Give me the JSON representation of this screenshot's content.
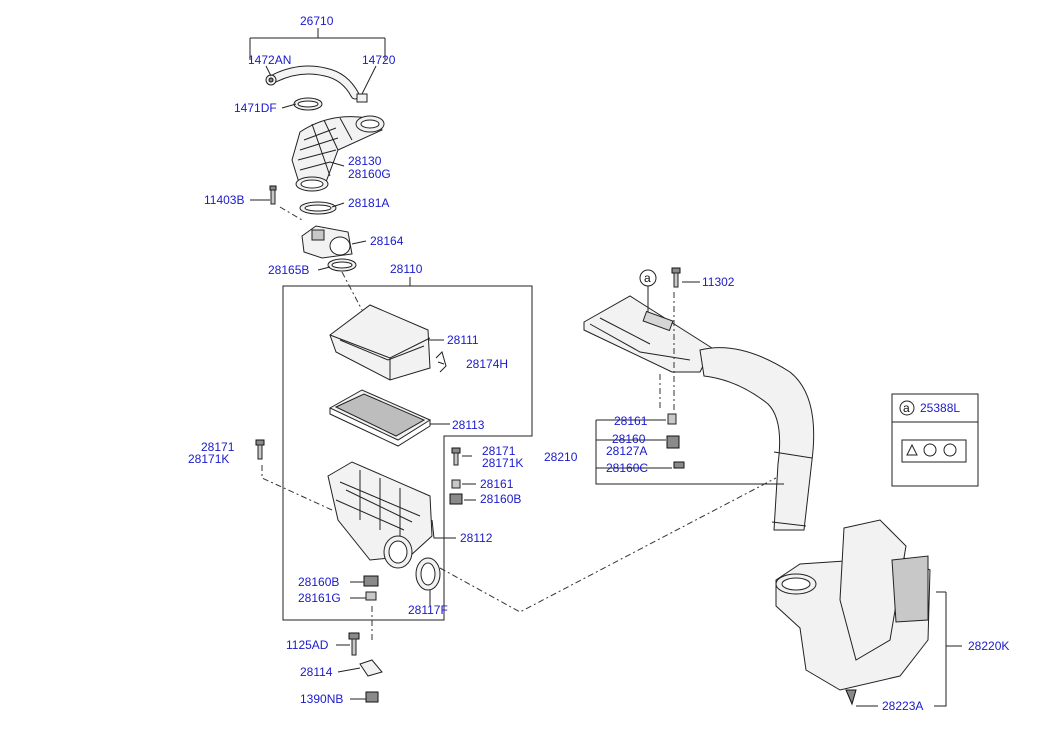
{
  "diagram": {
    "callouts": {
      "p26710": "26710",
      "p1472AN": "1472AN",
      "p14720": "14720",
      "p1471DF": "1471DF",
      "p28130": "28130",
      "p28160G": "28160G",
      "p11403B": "11403B",
      "p28181A": "28181A",
      "p28164": "28164",
      "p28165B": "28165B",
      "p28110": "28110",
      "p28111": "28111",
      "p28174H": "28174H",
      "p28113": "28113",
      "p28171a": "28171",
      "p28171Ka": "28171K",
      "p28171b": "28171",
      "p28171Kb": "28171K",
      "p28161a": "28161",
      "p28160Ba": "28160B",
      "p28112": "28112",
      "p28160Bb": "28160B",
      "p28161G": "28161G",
      "p28117F": "28117F",
      "p1125AD": "1125AD",
      "p28114": "28114",
      "p1390NB": "1390NB",
      "p11302": "11302",
      "p28161b": "28161",
      "p28160": "28160",
      "p28127A": "28127A",
      "p28210": "28210",
      "p28160C": "28160C",
      "p25388L": "25388L",
      "p28220K": "28220K",
      "p28223A": "28223A",
      "markerA1": "a",
      "markerA2": "a"
    }
  }
}
